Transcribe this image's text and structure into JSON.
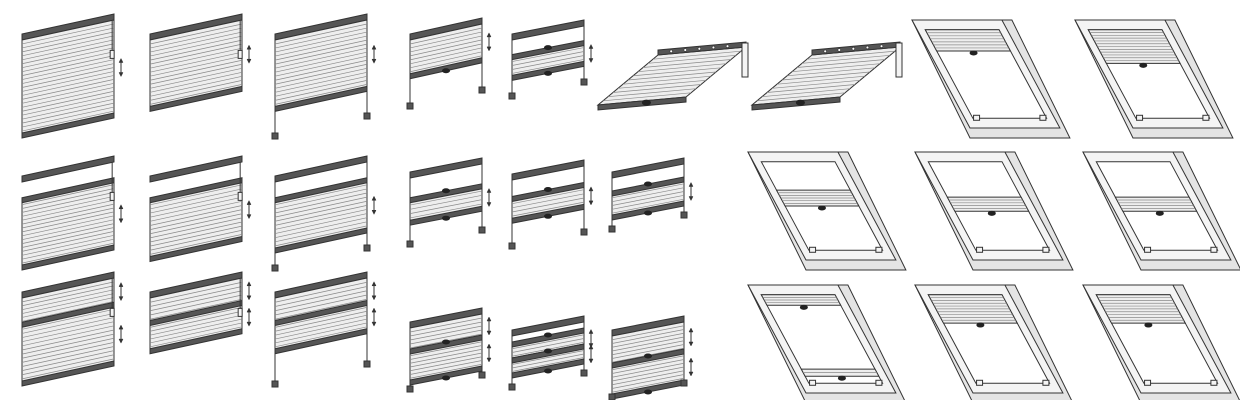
{
  "colors": {
    "line": "#333333",
    "rail": "#555555",
    "slat": "#8a8a8a",
    "fill": "#eeeeee",
    "frame": "#f4f4f4",
    "handle": "#222222"
  },
  "blinds": [
    {
      "style": "cord",
      "bands": [
        [
          0,
          1
        ]
      ]
    },
    {
      "style": "cord",
      "bands": [
        [
          0,
          0.72
        ]
      ]
    },
    {
      "style": "rod",
      "bands": [
        [
          0,
          0.72
        ]
      ]
    },
    {
      "style": "tension",
      "bands": [
        [
          0,
          0.55
        ]
      ]
    },
    {
      "style": "tension",
      "bands": [
        [
          0.32,
          0.68
        ]
      ]
    },
    {
      "style": "cord",
      "bands": [
        [
          0.22,
          1
        ]
      ]
    },
    {
      "style": "cord",
      "bands": [
        [
          0.22,
          0.9
        ]
      ]
    },
    {
      "style": "rod",
      "bands": [
        [
          0.22,
          0.8
        ]
      ]
    },
    {
      "style": "tension",
      "bands": [
        [
          0.35,
          0.68
        ]
      ]
    },
    {
      "style": "tension",
      "bands": [
        [
          0.3,
          0.62
        ]
      ]
    },
    {
      "style": "tension",
      "bands": [
        [
          0.32,
          0.78
        ]
      ]
    },
    {
      "style": "cord",
      "bands": [
        [
          0,
          0.32
        ],
        [
          0.32,
          1
        ]
      ]
    },
    {
      "style": "cord",
      "bands": [
        [
          0,
          0.3
        ],
        [
          0.3,
          0.62
        ]
      ]
    },
    {
      "style": "rod",
      "bands": [
        [
          0,
          0.3
        ],
        [
          0.3,
          0.62
        ]
      ]
    },
    {
      "style": "tension",
      "bands": [
        [
          0,
          0.4
        ],
        [
          0.4,
          0.9
        ]
      ]
    },
    {
      "style": "tension",
      "bands": [
        [
          0.18,
          0.48
        ],
        [
          0.5,
          0.78
        ]
      ]
    },
    {
      "style": "tension",
      "bands": [
        [
          0,
          0.5
        ],
        [
          0.5,
          1
        ]
      ]
    }
  ],
  "roof_blinds": [
    {
      "bands": [
        [
          0,
          0.24
        ]
      ]
    },
    {
      "bands": [
        [
          0,
          0.38
        ]
      ]
    },
    {
      "bands": [
        [
          0.32,
          0.5
        ]
      ]
    },
    {
      "bands": [
        [
          0.4,
          0.56
        ]
      ]
    },
    {
      "bands": [
        [
          0.4,
          0.56
        ]
      ]
    },
    {
      "bands": [
        [
          0,
          0.12
        ],
        [
          0.84,
          0.92
        ]
      ]
    },
    {
      "bands": [
        [
          0,
          0.32
        ]
      ]
    },
    {
      "bands": [
        [
          0,
          0.32
        ]
      ]
    }
  ],
  "ceiling_blinds": [
    {
      "bands": [
        [
          0,
          1
        ]
      ]
    },
    {
      "bands": [
        [
          0,
          1
        ]
      ]
    }
  ]
}
